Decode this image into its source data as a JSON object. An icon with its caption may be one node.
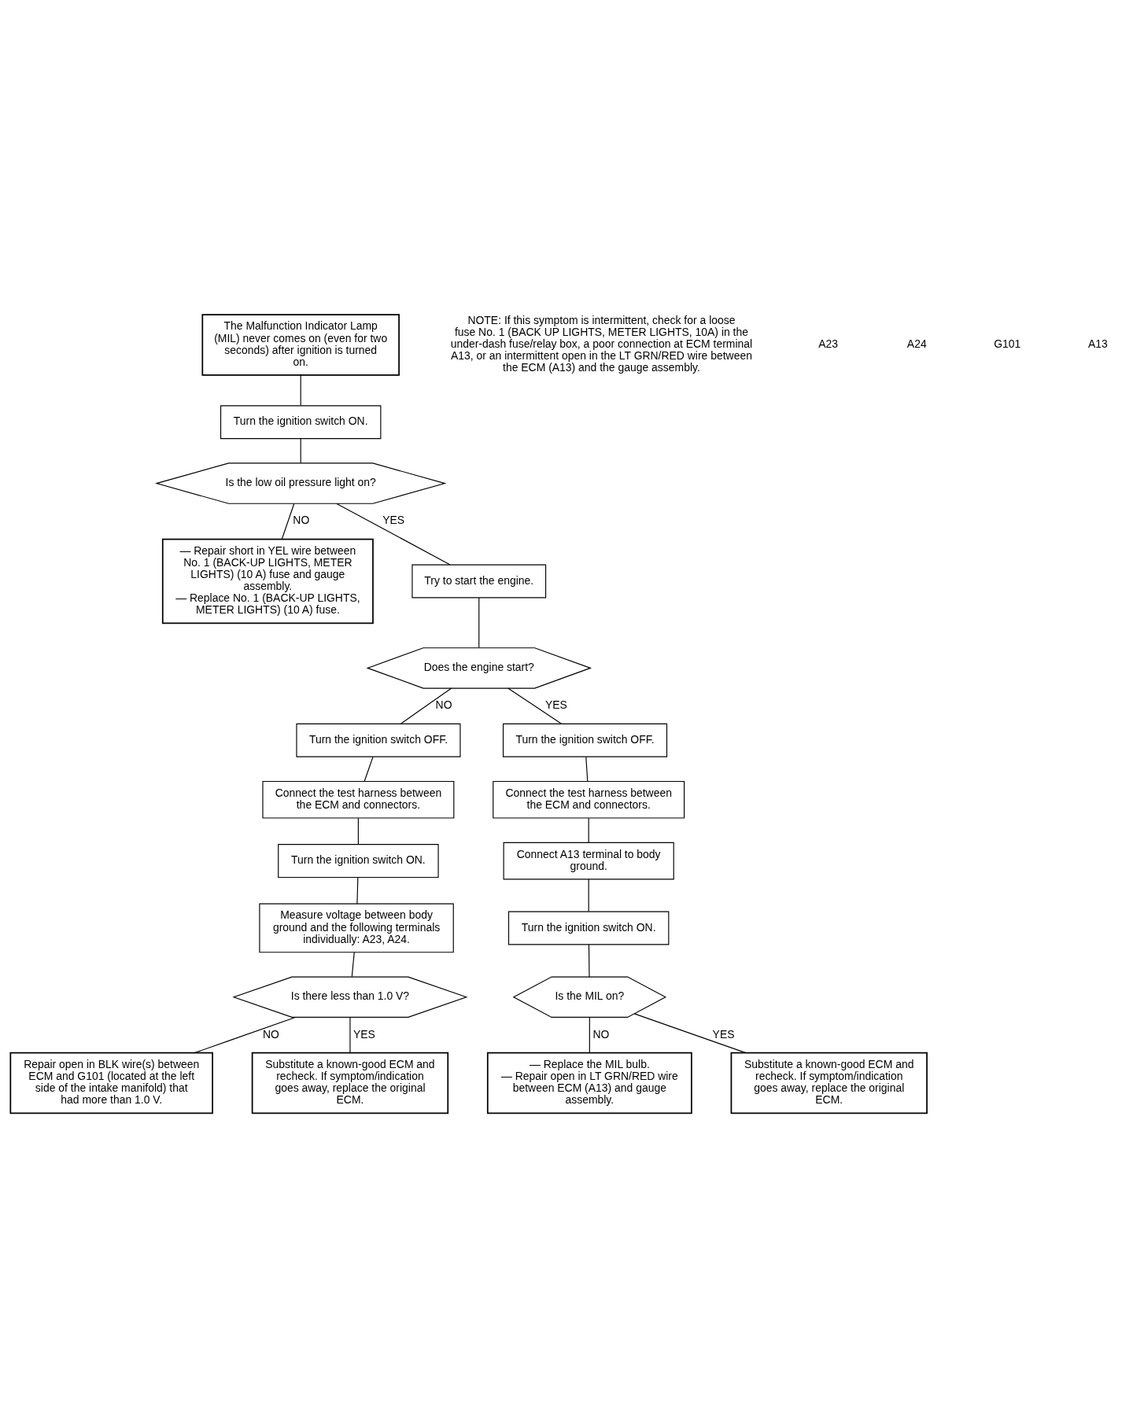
{
  "diagram": {
    "nodes": [
      {
        "text": [
          "The Malfunction Indicator Lamp (MIL) never comes on (even for two seconds) after ignition is turned on."
        ]
      },
      {
        "text": [
          "Turn the ignition switch ON."
        ]
      },
      {
        "text": [
          "Is the low oil pressure light on?"
        ]
      },
      {
        "text": [
          "— Repair short in YEL wire between No. 1 (BACK-UP LIGHTS, METER LIGHTS) (10 A) fuse and gauge assembly.",
          "— Replace No. 1 (BACK-UP LIGHTS, METER LIGHTS) (10 A) fuse."
        ]
      },
      {
        "text": [
          "Try to start the engine."
        ]
      },
      {
        "text": [
          "Does the engine start?"
        ]
      },
      {
        "text": [
          "Turn the ignition switch OFF."
        ]
      },
      {
        "text": [
          "Connect the test harness between the ECM and connectors."
        ]
      },
      {
        "text": [
          "Turn the ignition switch ON."
        ]
      },
      {
        "text": [
          "Measure voltage between body ground and the following terminals individually: A23, A24."
        ]
      },
      {
        "text": [
          "Is there less than 1.0 V?"
        ]
      },
      {
        "text": [
          "Repair open in BLK wire(s) between ECM and G101 (located at the left side of the intake manifold) that had more than 1.0 V."
        ]
      },
      {
        "text": [
          "Substitute a known-good ECM and recheck. If symptom/indication goes away, replace the original ECM."
        ]
      },
      {
        "text": [
          "Turn the ignition switch OFF."
        ]
      },
      {
        "text": [
          "Connect the test harness between the ECM and connectors."
        ]
      },
      {
        "text": [
          "Connect A13 terminal to body ground."
        ]
      },
      {
        "text": [
          "Turn the ignition switch ON."
        ]
      },
      {
        "text": [
          "Is the MIL on?"
        ]
      },
      {
        "text": [
          "— Replace the MIL bulb.",
          "— Repair open in LT GRN/RED wire between ECM (A13) and gauge assembly."
        ]
      },
      {
        "text": [
          "Substitute a known-good ECM and recheck. If symptom/indication goes away, replace the original ECM."
        ]
      }
    ],
    "edges": [
      {
        "from": 0,
        "to": 1,
        "arrow": "none"
      },
      {
        "from": 1,
        "to": 2,
        "arrow": "none"
      },
      {
        "from": 2,
        "to": 3,
        "arrow": "none",
        "label": "NO"
      },
      {
        "from": 2,
        "to": 4,
        "arrow": "none",
        "label": "YES"
      },
      {
        "from": 4,
        "to": 5,
        "arrow": "none"
      },
      {
        "from": 5,
        "to": 6,
        "arrow": "none",
        "label": "NO"
      },
      {
        "from": 5,
        "to": 13,
        "arrow": "none",
        "label": "YES"
      },
      {
        "from": 6,
        "to": 7,
        "arrow": "none"
      },
      {
        "from": 7,
        "to": 8,
        "arrow": "none"
      },
      {
        "from": 8,
        "to": 9,
        "arrow": "none"
      },
      {
        "from": 9,
        "to": 10,
        "arrow": "none"
      },
      {
        "from": 10,
        "to": 11,
        "arrow": "none",
        "label": "NO"
      },
      {
        "from": 10,
        "to": 12,
        "arrow": "none",
        "label": "YES"
      },
      {
        "from": 13,
        "to": 14,
        "arrow": "none"
      },
      {
        "from": 14,
        "to": 15,
        "arrow": "none"
      },
      {
        "from": 15,
        "to": 16,
        "arrow": "none"
      },
      {
        "from": 16,
        "to": 17,
        "arrow": "none"
      },
      {
        "from": 17,
        "to": 18,
        "arrow": "none",
        "label": "NO"
      },
      {
        "from": 17,
        "to": 19,
        "arrow": "none",
        "label": "YES"
      }
    ],
    "labels": [
      "NOTE: If this symptom is intermittent, check for a loose fuse No. 1 (BACK UP LIGHTS, METER LIGHTS, 10A) in the under-dash fuse/relay box, a poor connection at ECM terminal A13, or an intermittent open in the LT GRN/RED wire between the ECM (A13) and the gauge assembly.",
      "A23",
      "A24",
      "G101",
      "A13"
    ]
  }
}
